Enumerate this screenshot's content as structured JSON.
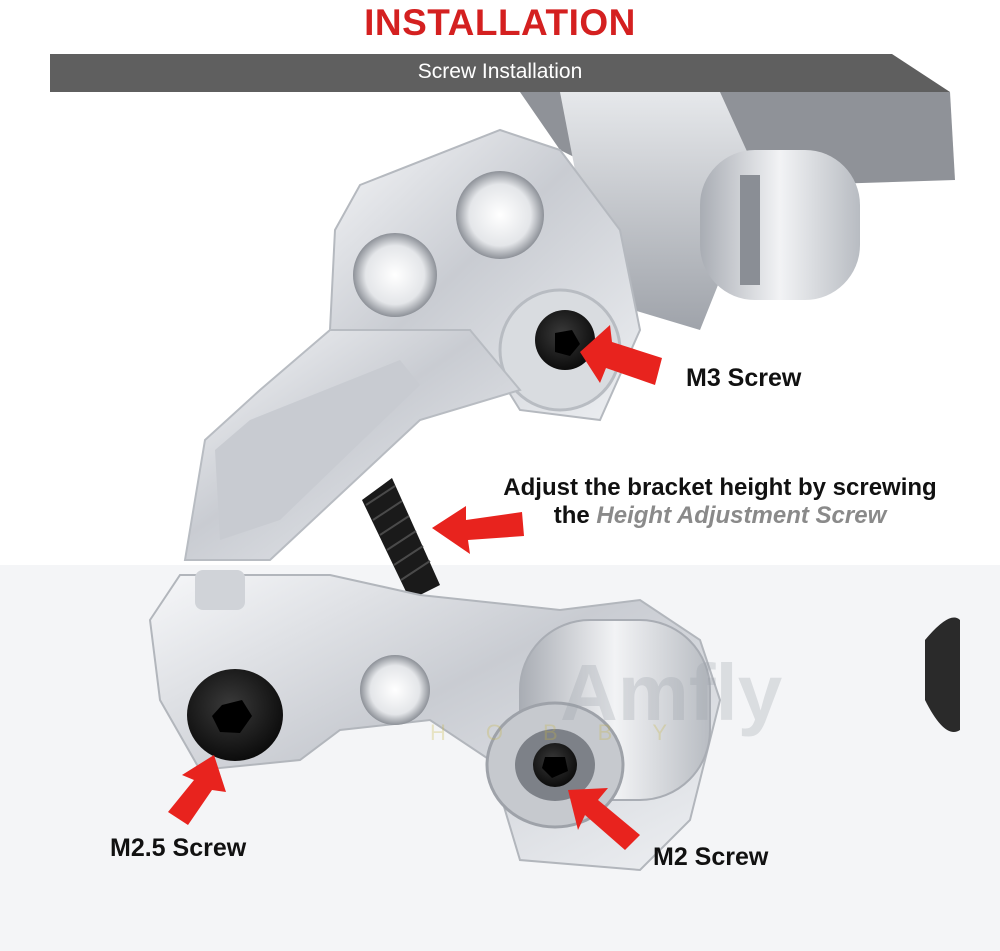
{
  "header": {
    "title": "INSTALLATION",
    "banner": "Screw Installation"
  },
  "callouts": {
    "m3": "M3 Screw",
    "m25": "M2.5 Screw",
    "m2": "M2 Screw",
    "adjust_line1": "Adjust the bracket height by screwing",
    "adjust_line2_prefix": "the ",
    "adjust_line2_emphasis": "Height Adjustment Screw"
  },
  "watermark": {
    "brand": "Amfly",
    "sub": "HOBBY"
  },
  "colors": {
    "title": "#d42020",
    "banner": "#5f5f5f",
    "arrow": "#e8231e",
    "metal": "#d4d7dc",
    "screw": "#1a1a1a",
    "emphasis": "#8a8a8a"
  }
}
